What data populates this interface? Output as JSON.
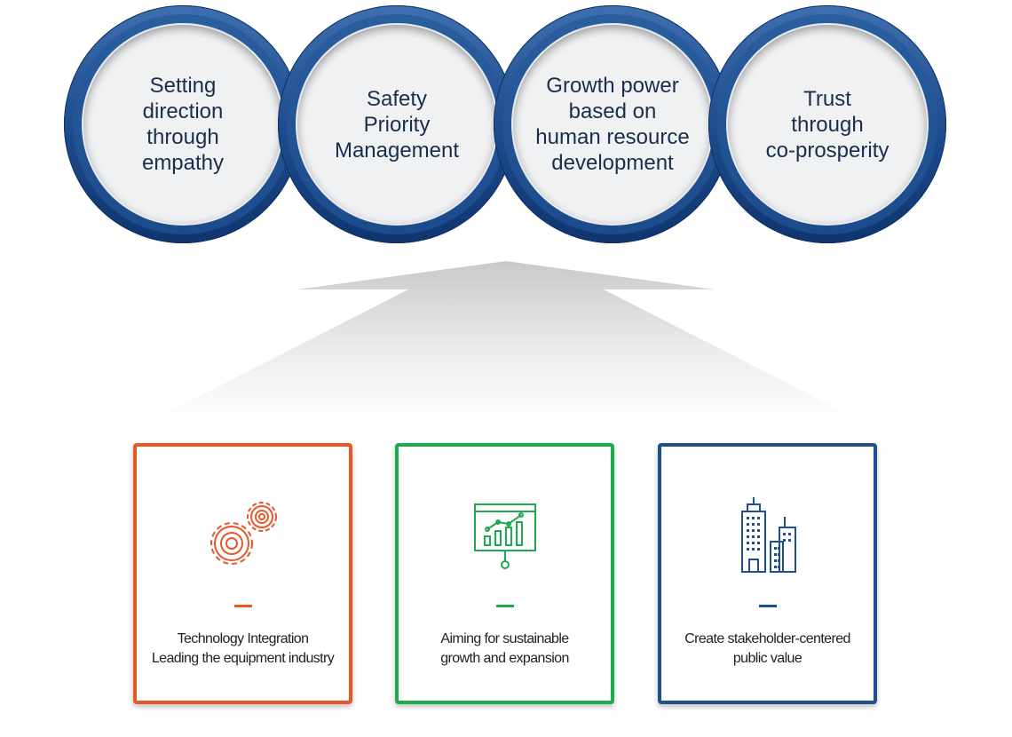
{
  "values": [
    {
      "label": "Setting\ndirection\nthrough\nempathy"
    },
    {
      "label": "Safety\nPriority\nManagement"
    },
    {
      "label": "Growth power\nbased on\nhuman resource\ndevelopment"
    },
    {
      "label": "Trust\nthrough\nco-prosperity"
    }
  ],
  "cards": [
    {
      "text": "Technology Integration\nLeading the equipment industry",
      "icon": "gears-icon",
      "color": "#e8572a"
    },
    {
      "text": "Aiming for sustainable\ngrowth and expansion",
      "icon": "growth-chart-icon",
      "color": "#1eaa4f"
    },
    {
      "text": "Create stakeholder-centered\npublic value",
      "icon": "buildings-icon",
      "color": "#1f4f8f"
    }
  ]
}
